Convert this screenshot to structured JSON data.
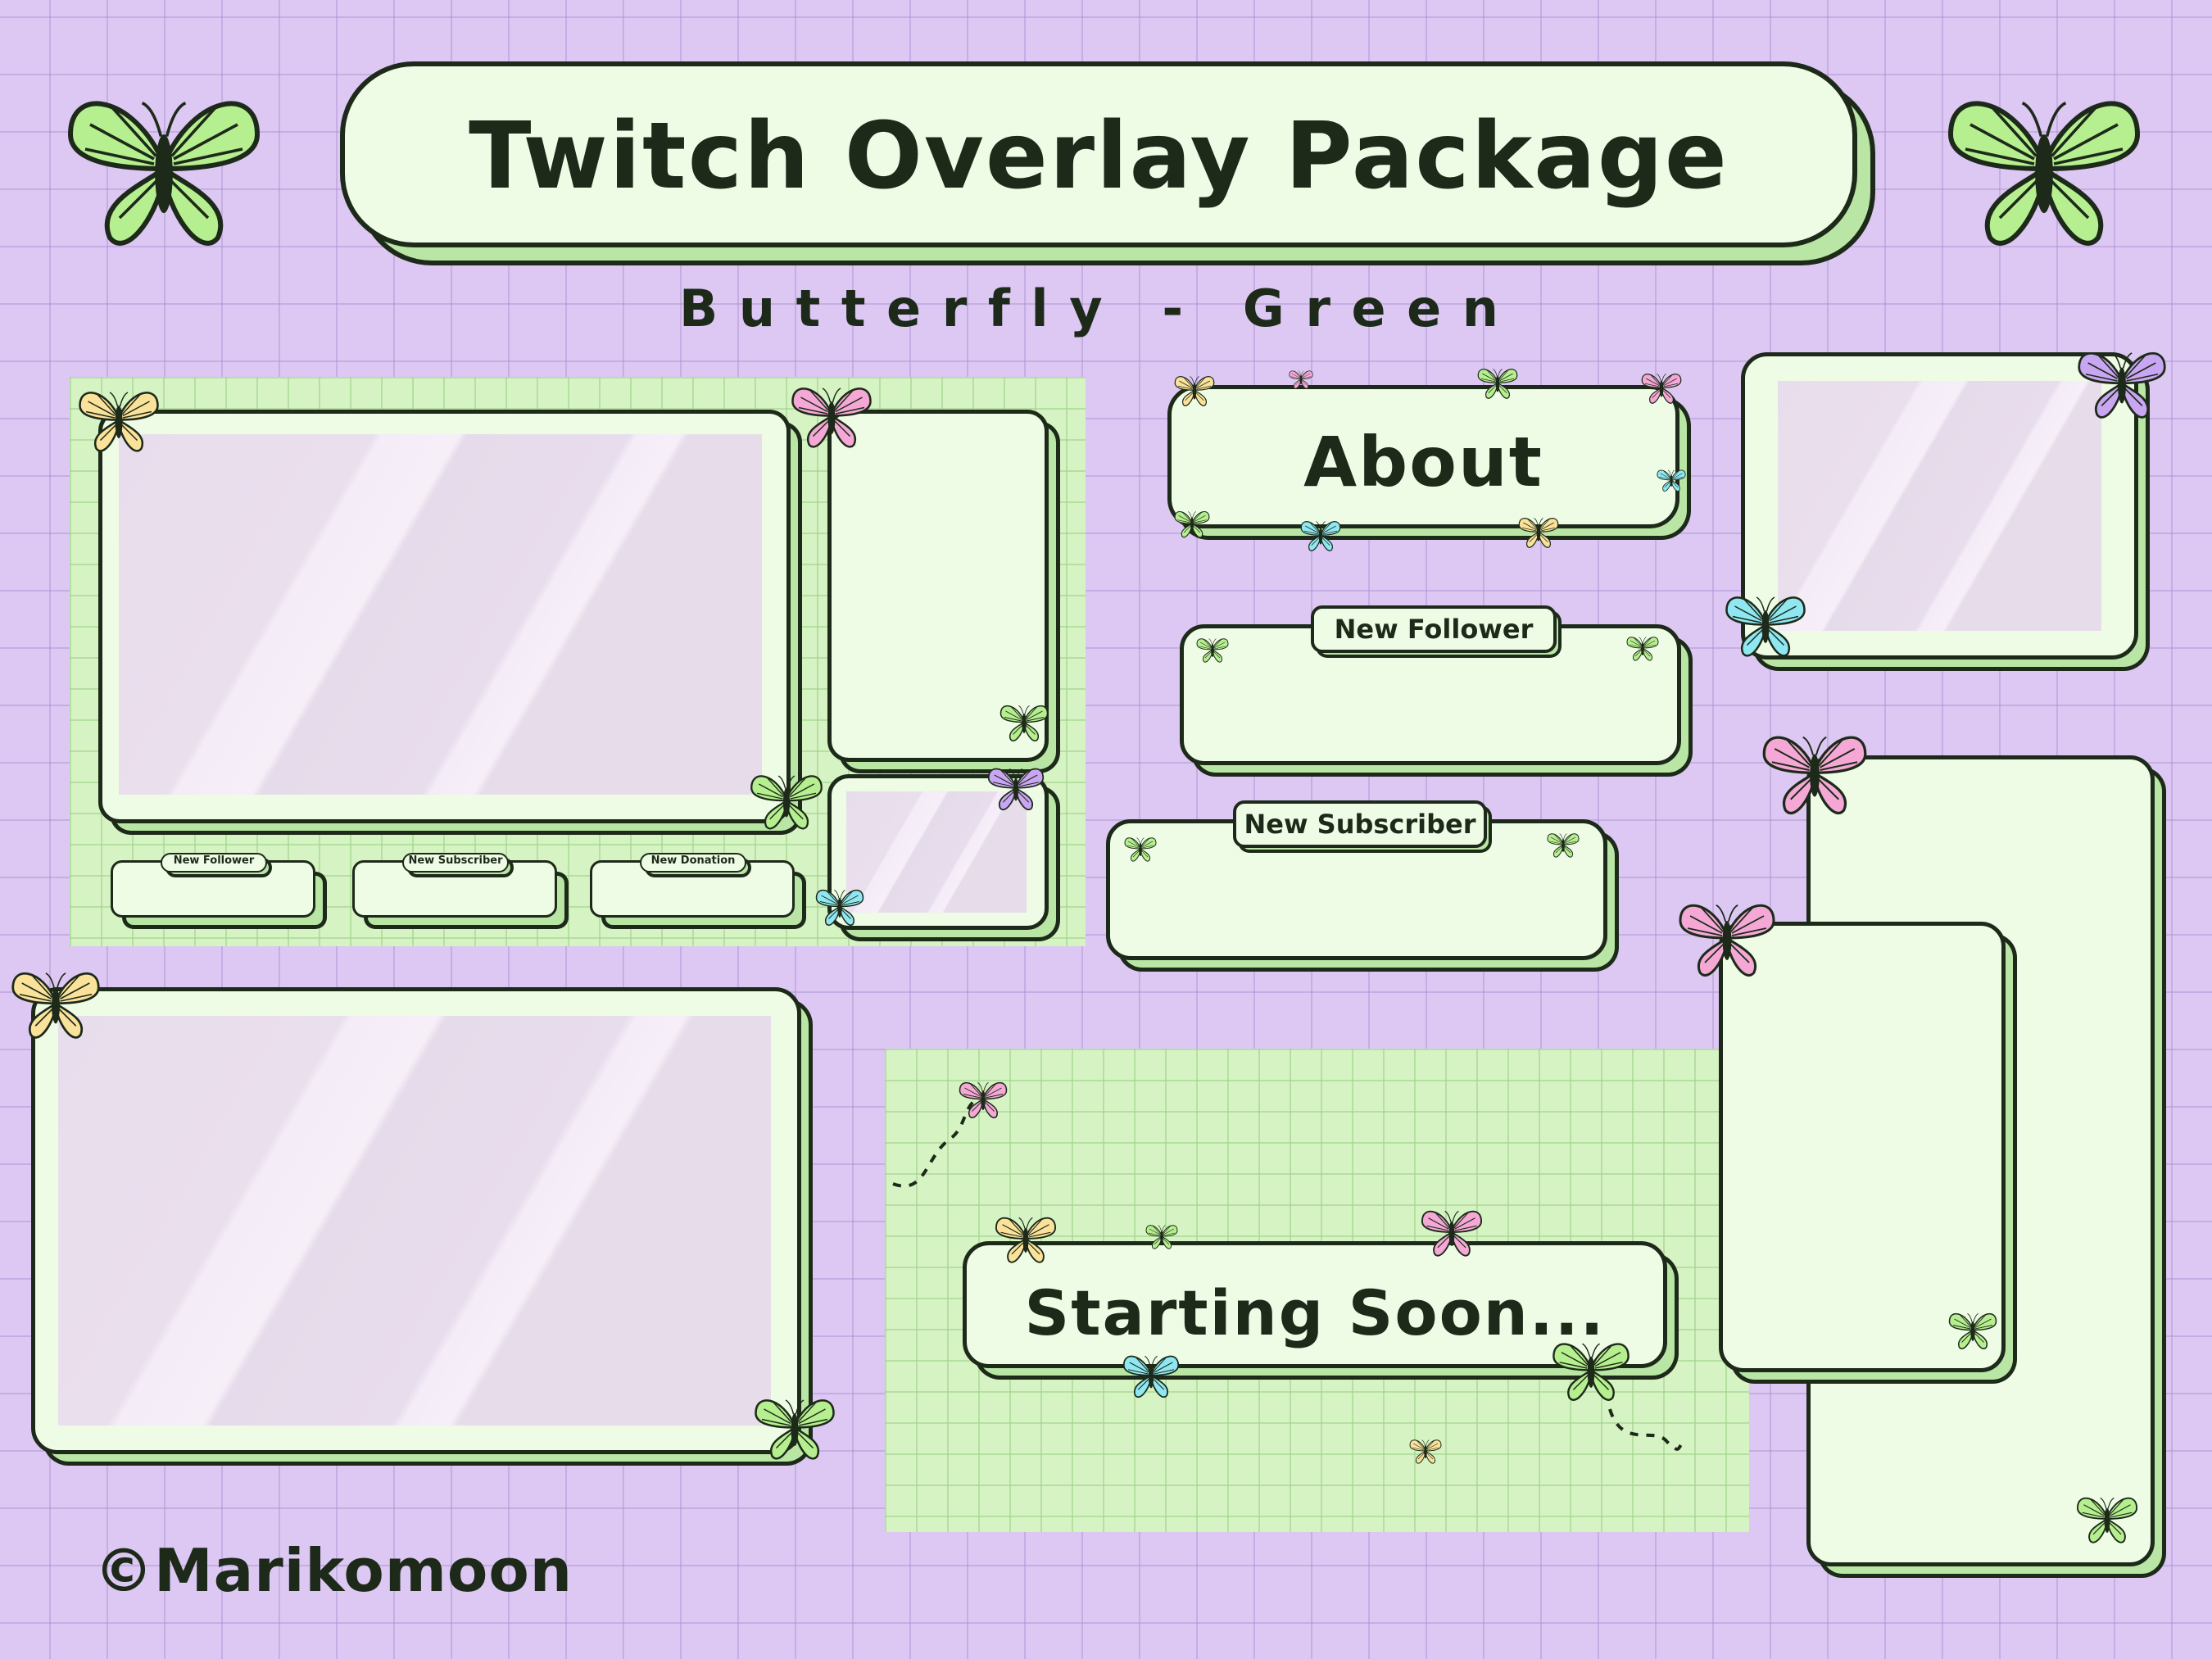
{
  "header": {
    "title": "Twitch Overlay Package",
    "subtitle": "B u t t e r f l y   -   G r e e n"
  },
  "panels": {
    "about": "About",
    "new_follower": "New Follower",
    "new_subscriber": "New Subscriber",
    "new_donation": "New Donation",
    "starting_soon": "Starting Soon..."
  },
  "footer": {
    "credit": "©Marikomoon"
  },
  "colors": {
    "background": "#dcc8f3",
    "panel_fill": "#eefce6",
    "panel_shadow": "#b9e6a4",
    "outline": "#1d2a1a",
    "butterfly_green": "#b6ef8f",
    "butterfly_pink": "#f5a8d6",
    "butterfly_yellow": "#fbe29a",
    "butterfly_blue": "#8fe7f2",
    "butterfly_purple": "#c9a6f2"
  }
}
